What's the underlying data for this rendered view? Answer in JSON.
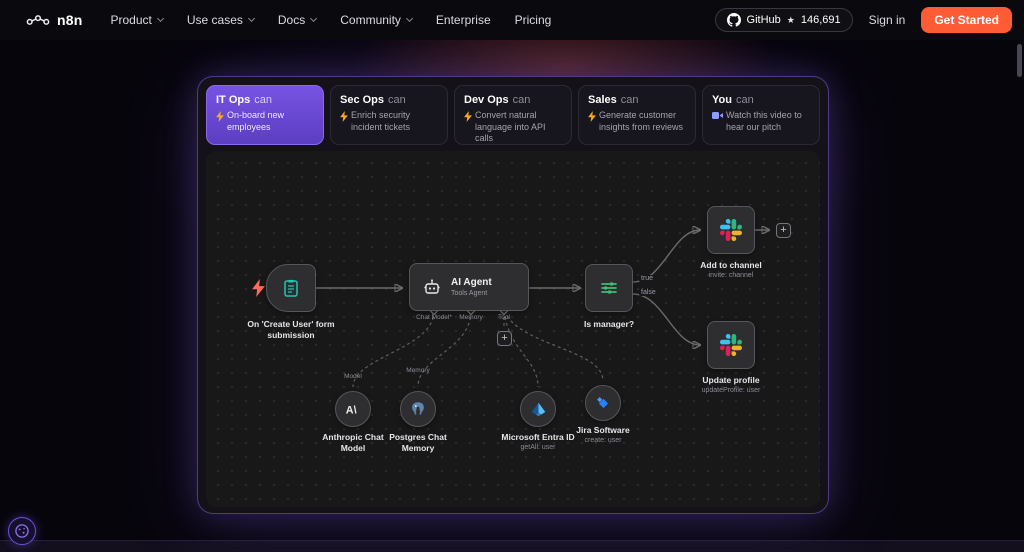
{
  "colors": {
    "cta_orange": "#ff5c35",
    "active_tab_purple": "#6e4ed6",
    "panel_border_purple": "#7c5ce0",
    "branch_green": "#3fbf73",
    "form_teal": "#1ec6b4",
    "slack_blue": "#36C5F0",
    "slack_green": "#2EB67D",
    "slack_yellow": "#ECB22E",
    "slack_red": "#E01E5A",
    "jira_blue": "#2684FF",
    "postgres_blue": "#5e85ad"
  },
  "icons": {
    "star": "★",
    "plus": "+",
    "anthropic_mark": "A\\"
  },
  "nav": {
    "logo_text": "n8n",
    "items": [
      {
        "label": "Product"
      },
      {
        "label": "Use cases"
      },
      {
        "label": "Docs"
      },
      {
        "label": "Community"
      },
      {
        "label": "Enterprise"
      },
      {
        "label": "Pricing"
      }
    ],
    "github_label": "GitHub",
    "github_stars": "146,691",
    "sign_in": "Sign in",
    "get_started": "Get Started"
  },
  "tabs": [
    {
      "audience": "IT Ops",
      "can": "can",
      "desc": "On-board new employees"
    },
    {
      "audience": "Sec Ops",
      "can": "can",
      "desc": "Enrich security incident tickets"
    },
    {
      "audience": "Dev Ops",
      "can": "can",
      "desc": "Convert natural language into API calls"
    },
    {
      "audience": "Sales",
      "can": "can",
      "desc": "Generate customer insights from reviews"
    },
    {
      "audience": "You",
      "can": "can",
      "desc": "Watch this video to hear our pitch"
    }
  ],
  "workflow": {
    "form_trigger_label": "On 'Create User' form submission",
    "agent_title": "AI Agent",
    "agent_subtitle": "Tools Agent",
    "ports": {
      "chat_model": "Chat Model*",
      "memory": "Memory",
      "tool": "Tool"
    },
    "is_manager_label": "Is manager?",
    "branch_true": "true",
    "branch_false": "false",
    "add_channel_label": "Add to channel",
    "add_channel_sub": "invite: channel",
    "update_profile_label": "Update profile",
    "update_profile_sub": "updateProfile: user",
    "model_port": "Model",
    "memory_port": "Memory",
    "anthropic_label": "Anthropic Chat Model",
    "postgres_label": "Postgres Chat Memory",
    "entra_label": "Microsoft Entra ID",
    "entra_sub": "getAll: user",
    "jira_label": "Jira Software",
    "jira_sub": "create: user"
  }
}
